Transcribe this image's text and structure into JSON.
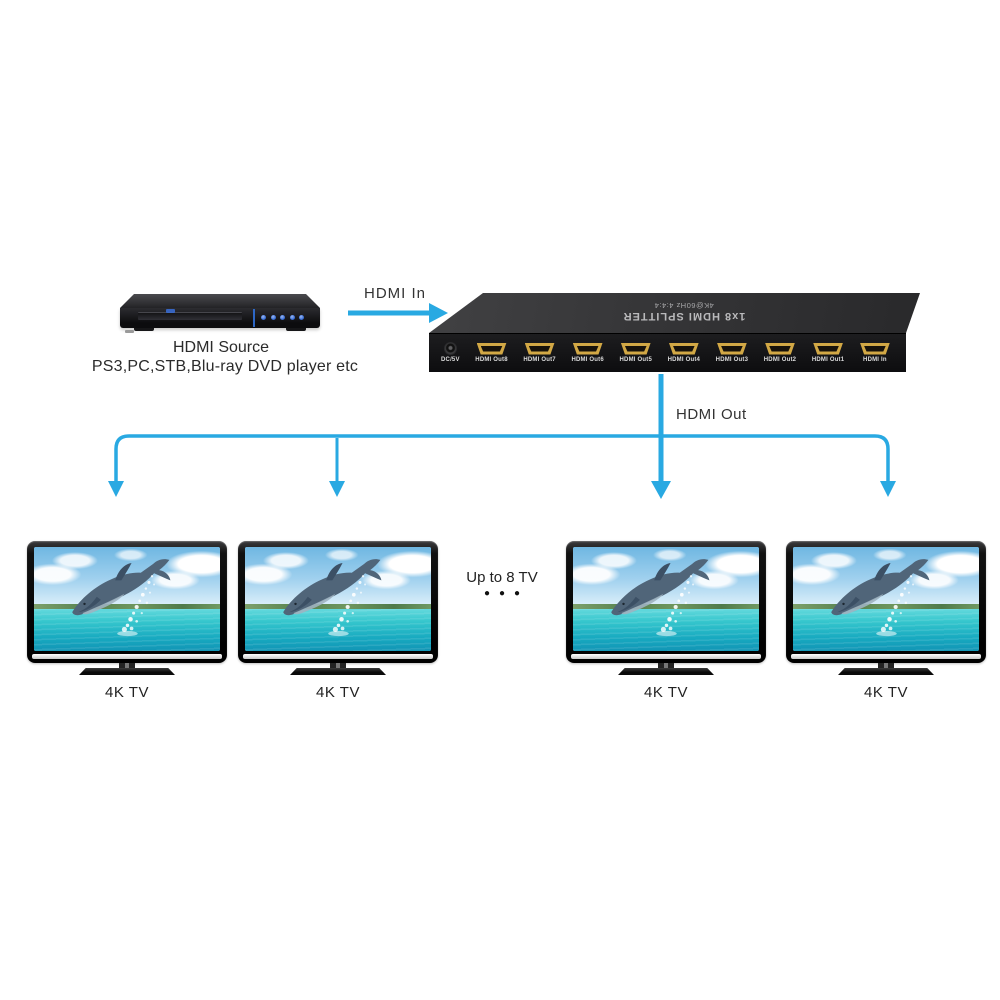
{
  "colors": {
    "arrow_blue": "#29a9e2",
    "hdmi_gold": "#d2a845"
  },
  "source": {
    "title": "HDMI Source",
    "subtitle": "PS3,PC,STB,Blu-ray DVD player etc"
  },
  "connections": {
    "input_label": "HDMI In",
    "output_label": "HDMI Out"
  },
  "splitter": {
    "top_label_line1": "1x8 HDMI SPLITTER",
    "top_label_line2": "4K@60Hz 4:4:4",
    "ports": [
      {
        "label": "DC/5V",
        "type": "dc"
      },
      {
        "label": "HDMI Out8",
        "type": "hdmi"
      },
      {
        "label": "HDMI Out7",
        "type": "hdmi"
      },
      {
        "label": "HDMI Out6",
        "type": "hdmi"
      },
      {
        "label": "HDMI Out5",
        "type": "hdmi"
      },
      {
        "label": "HDMI Out4",
        "type": "hdmi"
      },
      {
        "label": "HDMI Out3",
        "type": "hdmi"
      },
      {
        "label": "HDMI Out2",
        "type": "hdmi"
      },
      {
        "label": "HDMI Out1",
        "type": "hdmi"
      },
      {
        "label": "HDMI In",
        "type": "hdmi"
      }
    ]
  },
  "note": {
    "text": "Up to 8 TV",
    "ellipsis": "●●●"
  },
  "tvs": [
    {
      "label": "4K TV"
    },
    {
      "label": "4K TV"
    },
    {
      "label": "4K TV"
    },
    {
      "label": "4K TV"
    }
  ]
}
